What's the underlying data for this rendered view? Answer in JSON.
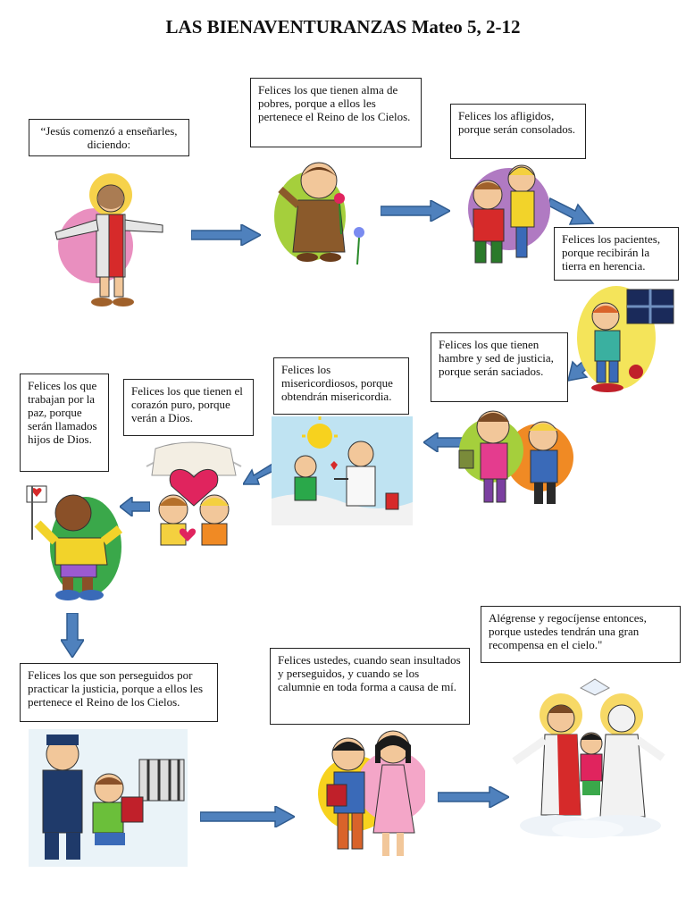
{
  "title": "LAS BIENAVENTURANZAS Mateo 5, 2-12",
  "boxes": {
    "b1": "“Jesús comenzó a enseñarles, diciendo:",
    "b2": "Felices los que tienen alma de pobres, porque a ellos les pertenece el Reino de los Cielos.",
    "b3": "Felices los afligidos, porque serán consolados.",
    "b4": "Felices los pacientes, porque recibirán la tierra en herencia.",
    "b5": "Felices los que tienen hambre y sed de justicia, porque serán saciados.",
    "b6": "Felices los misericordiosos, porque obtendrán misericordia.",
    "b7": "Felices los que tienen el corazón puro, porque verán a Dios.",
    "b8": "Felices los que trabajan por la paz, porque serán llamados hijos de Dios.",
    "b9": "Felices los que son perseguidos por practicar la justicia, porque a ellos les pertenece el Reino de los Cielos.",
    "b10": "Felices ustedes, cuando sean insultados y perseguidos, y cuando se los calumnie en toda forma a causa de mí.",
    "b11": "Alégrense y regocíjense entonces, porque ustedes tendrán una gran recompensa en el cielo.\""
  },
  "colors": {
    "arrow": "#4f81bd",
    "arrow_stroke": "#2f5b8f"
  }
}
